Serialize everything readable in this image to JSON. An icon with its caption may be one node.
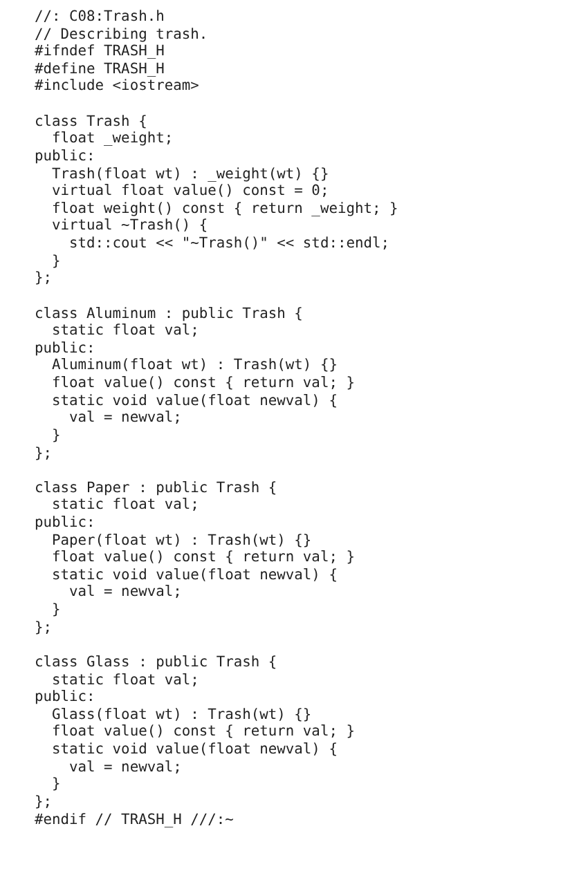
{
  "diagram": {
    "labels": [
      "//: C08:Trash.h",
      "// Describing trash.",
      "#ifndef TRASH_H",
      "#define TRASH_H",
      "#include <iostream>",
      "class Trash {",
      "  float _weight;",
      "public:",
      "  Trash(float wt) : _weight(wt) {}",
      "  virtual float value() const = 0;",
      "  float weight() const { return _weight; }",
      "  virtual ~Trash() {",
      "    std::cout << \"~Trash()\" << std::endl;",
      "  }",
      "};",
      "class Aluminum : public Trash {",
      "  static float val;",
      "public:",
      "  Aluminum(float wt) : Trash(wt) {}",
      "  float value() const { return val; }",
      "  static void value(float newval) {",
      "    val = newval;",
      "  }",
      "};",
      "class Paper : public Trash {",
      "  static float val;",
      "public:",
      "  Paper(float wt) : Trash(wt) {}",
      "  float value() const { return val; }",
      "  static void value(float newval) {",
      "    val = newval;",
      "  }",
      "};",
      "class Glass : public Trash {",
      "  static float val;",
      "public:",
      "  Glass(float wt) : Trash(wt) {}",
      "  float value() const { return val; }",
      "  static void value(float newval) {",
      "    val = newval;",
      "  }",
      "};",
      "#endif // TRASH_H ///:~"
    ]
  }
}
